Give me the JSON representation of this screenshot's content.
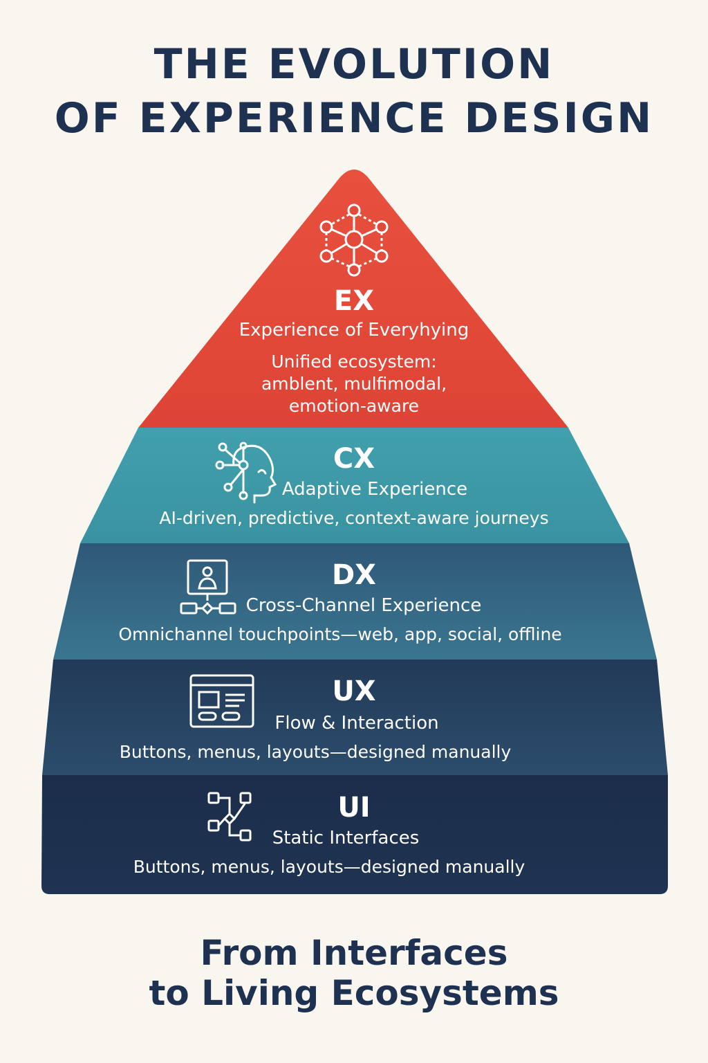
{
  "title": {
    "line1": "THE EVOLUTION",
    "line2": "OF EXPERIENCE DESIGN"
  },
  "footer": {
    "line1": "From Interfaces",
    "line2": "to Living Ecosystems"
  },
  "colors": {
    "background": "#f9f6f0",
    "title": "#1e3150",
    "ex": "#e24b3b",
    "cx": "#3e9aa8",
    "dx": "#2f5f7c",
    "ux": "#25415e",
    "ui": "#1c2f4c"
  },
  "tiers": [
    {
      "id": "ex",
      "abbr": "EX",
      "name": "Experience of Everyhying",
      "description_lines": [
        "Unified ecosystem:",
        "amblent, mulfimodal,",
        "emotion-aware"
      ],
      "icon": "network-hexagon-icon"
    },
    {
      "id": "cx",
      "abbr": "CX",
      "name": "Adaptive Experience",
      "description": "AI-driven, predictive, context-aware journeys",
      "icon": "ai-head-icon"
    },
    {
      "id": "dx",
      "abbr": "DX",
      "name": "Cross-Channel Experience",
      "description": "Omnichannel touchpoints—web, app, social, offline",
      "icon": "monitor-user-flow-icon"
    },
    {
      "id": "ux",
      "abbr": "UX",
      "name": "Flow & Interaction",
      "description": "Buttons, menus, layouts—designed manually",
      "icon": "browser-window-icon"
    },
    {
      "id": "ui",
      "abbr": "UI",
      "name": "Static Interfaces",
      "description": "Buttons, menus, layouts—designed manually",
      "icon": "flowchart-nodes-icon"
    }
  ]
}
